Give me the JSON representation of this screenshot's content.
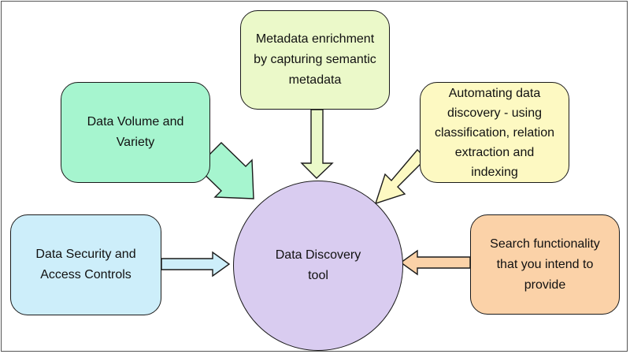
{
  "center": {
    "label": "Data Discovery\ntool",
    "color": "#d9ccf0"
  },
  "nodes": {
    "volume": {
      "label": "Data Volume and\nVariety",
      "color": "#a6f5cf"
    },
    "metadata": {
      "label": "Metadata enrichment\nby capturing semantic\nmetadata",
      "color": "#ebf9c9"
    },
    "automating": {
      "label": "Automating data\ndiscovery - using\nclassification, relation\nextraction and\nindexing",
      "color": "#fdf9c2"
    },
    "security": {
      "label": "Data Security and\nAccess Controls",
      "color": "#cdeefa"
    },
    "search": {
      "label": "Search functionality\nthat you intend to\nprovide",
      "color": "#fbd2a8"
    }
  }
}
